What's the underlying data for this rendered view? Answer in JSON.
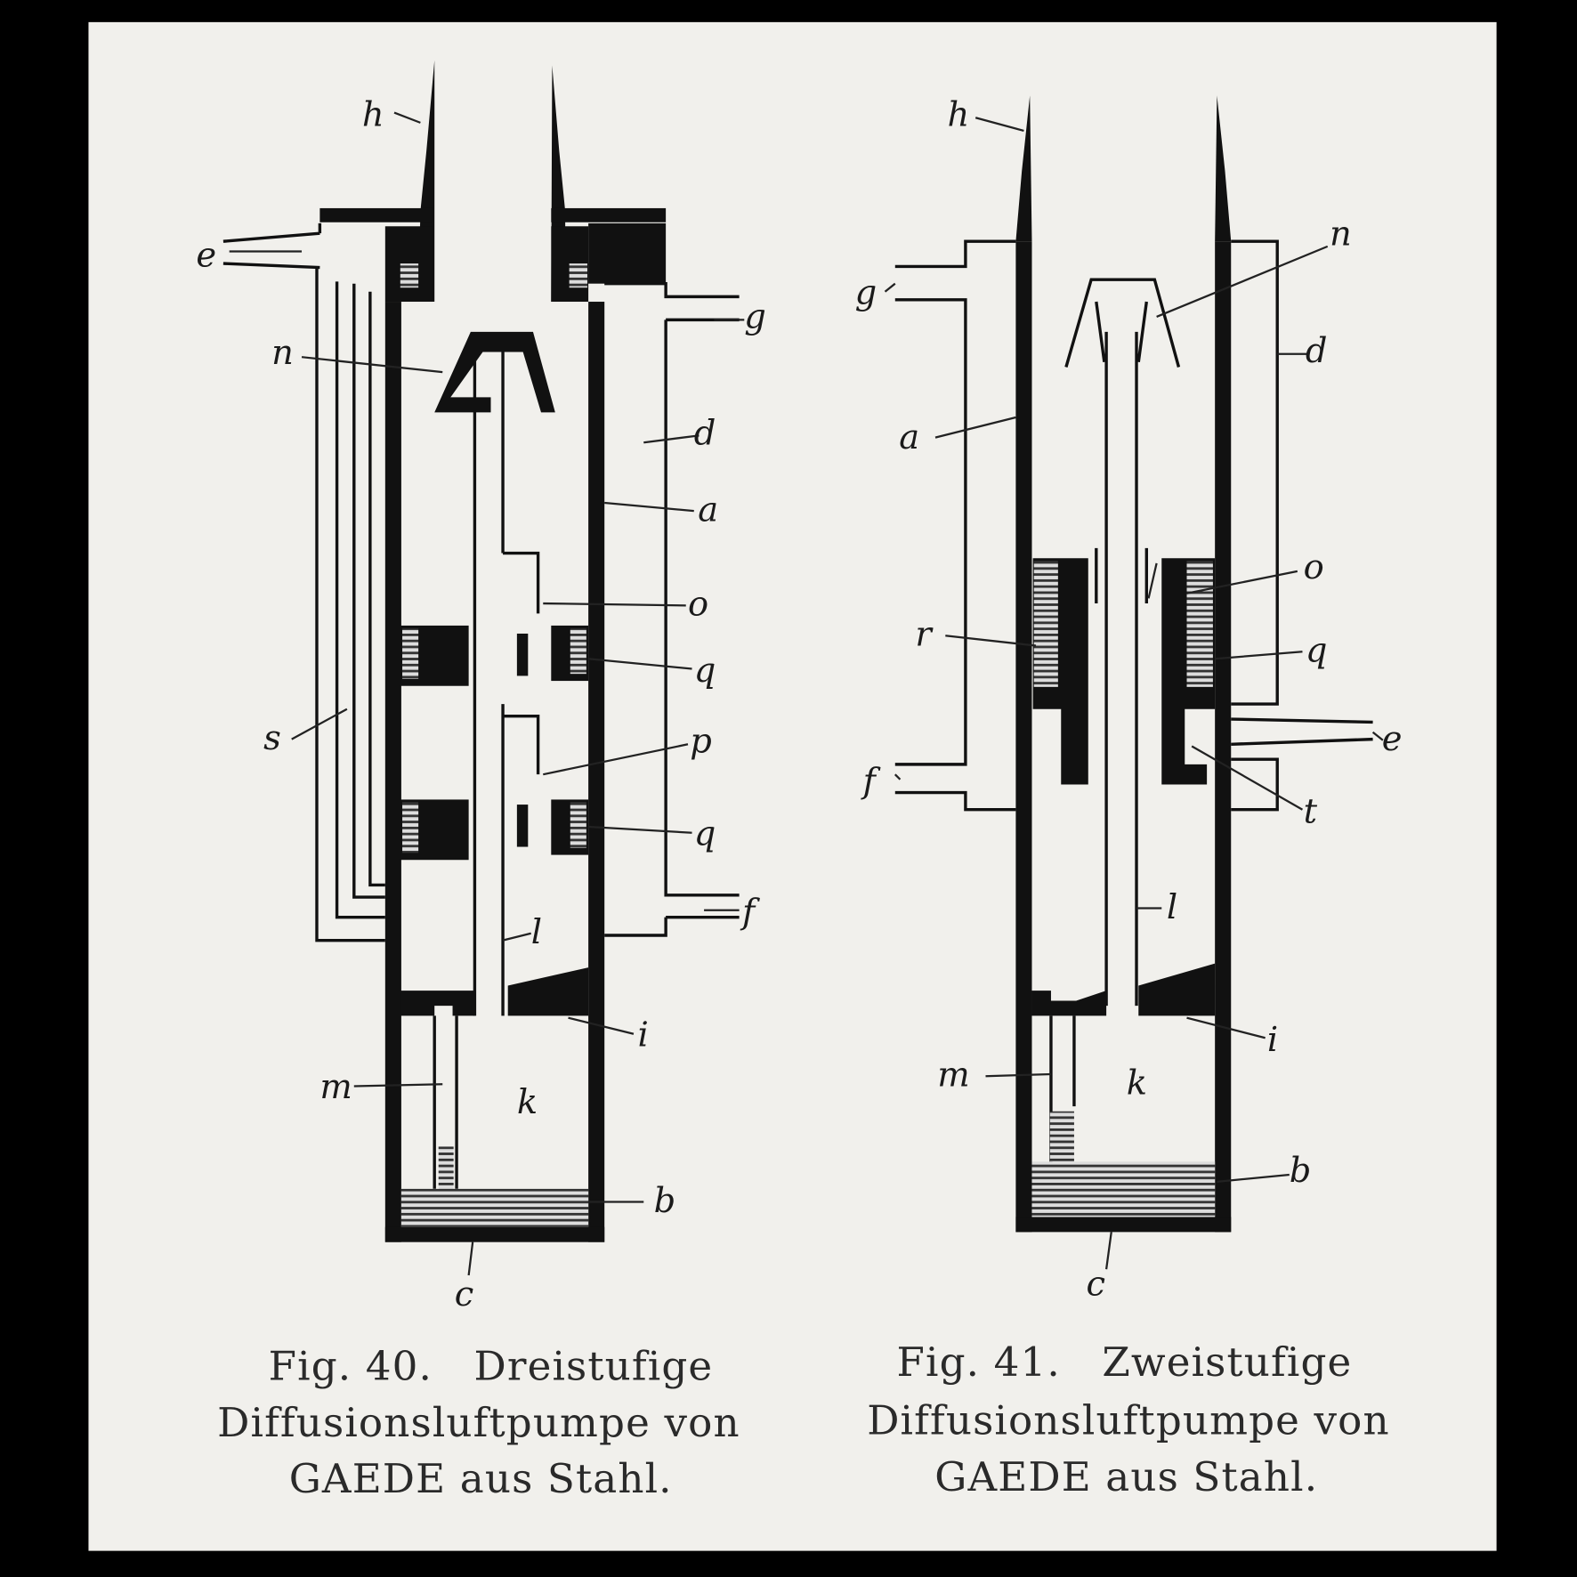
{
  "figure40": {
    "labels": {
      "h": "h",
      "e": "e",
      "n": "n",
      "g": "g",
      "d": "d",
      "a": "a",
      "o": "o",
      "q1": "q",
      "s": "s",
      "p": "p",
      "q2": "q",
      "f": "f",
      "l": "l",
      "i": "i",
      "m": "m",
      "k": "k",
      "b": "b",
      "c": "c"
    },
    "caption": {
      "line1": "Fig. 40.   Dreistufige",
      "line2": "Diffusionsluftpumpe von",
      "line3": "GAEDE aus Stahl."
    }
  },
  "figure41": {
    "labels": {
      "h": "h",
      "n": "n",
      "g": "g",
      "d": "d",
      "a": "a",
      "o": "o",
      "r": "r",
      "q": "q",
      "e": "e",
      "f": "f",
      "t": "t",
      "l": "l",
      "i": "i",
      "m": "m",
      "k": "k",
      "b": "b",
      "c": "c"
    },
    "caption": {
      "line1": "Fig. 41.   Zweistufige",
      "line2": "Diffusionsluftpumpe von",
      "line3": "GAEDE aus Stahl."
    }
  }
}
